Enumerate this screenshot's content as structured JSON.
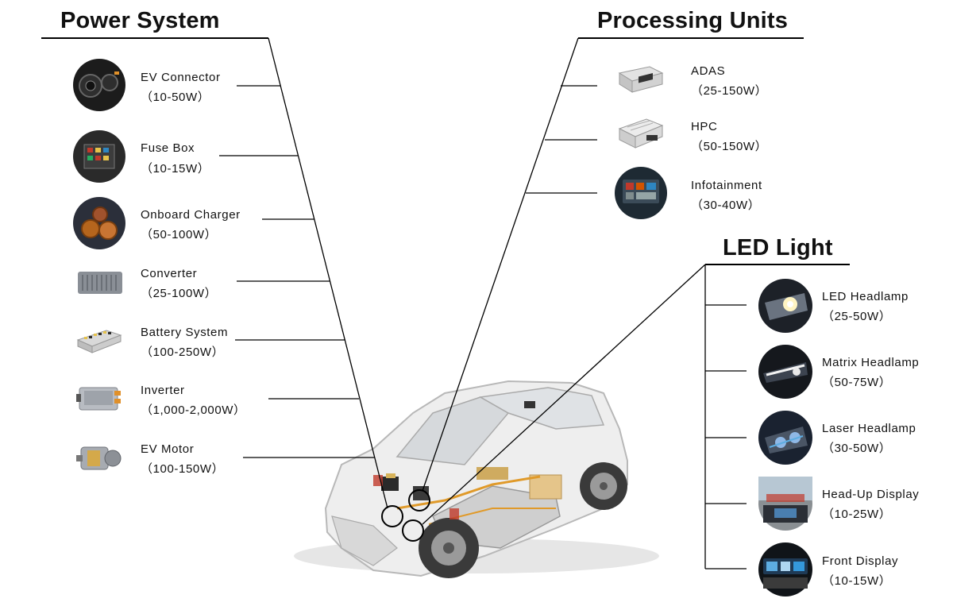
{
  "sections": {
    "power": {
      "title": "Power System",
      "items": [
        {
          "name": "EV Connector",
          "watt": "（10-50W）",
          "icon": "ev-connector-photo"
        },
        {
          "name": "Fuse Box",
          "watt": "（10-15W）",
          "icon": "fuse-box-photo"
        },
        {
          "name": "Onboard Charger",
          "watt": "（50-100W）",
          "icon": "onboard-charger-photo"
        },
        {
          "name": "Converter",
          "watt": "（25-100W）",
          "icon": "converter-photo"
        },
        {
          "name": "Battery System",
          "watt": "（100-250W）",
          "icon": "battery-system-photo"
        },
        {
          "name": "Inverter",
          "watt": "（1,000-2,000W）",
          "icon": "inverter-photo"
        },
        {
          "name": "EV Motor",
          "watt": "（100-150W）",
          "icon": "ev-motor-photo"
        }
      ]
    },
    "processing": {
      "title": "Processing Units",
      "items": [
        {
          "name": "ADAS",
          "watt": "（25-150W）",
          "icon": "adas-module-photo"
        },
        {
          "name": "HPC",
          "watt": "（50-150W）",
          "icon": "hpc-module-photo"
        },
        {
          "name": "Infotainment",
          "watt": "（30-40W）",
          "icon": "infotainment-screen-photo"
        }
      ]
    },
    "led": {
      "title": "LED Light",
      "items": [
        {
          "name": "LED Headlamp",
          "watt": "（25-50W）",
          "icon": "led-headlamp-photo"
        },
        {
          "name": "Matrix Headlamp",
          "watt": "（50-75W）",
          "icon": "matrix-headlamp-photo"
        },
        {
          "name": "Laser Headlamp",
          "watt": "（30-50W）",
          "icon": "laser-headlamp-photo"
        },
        {
          "name": "Head-Up Display",
          "watt": "（10-25W）",
          "icon": "head-up-display-photo"
        },
        {
          "name": "Front Display",
          "watt": "（10-15W）",
          "icon": "front-display-photo"
        }
      ]
    }
  },
  "illustration": {
    "icon": "car-cutaway-illustration"
  }
}
